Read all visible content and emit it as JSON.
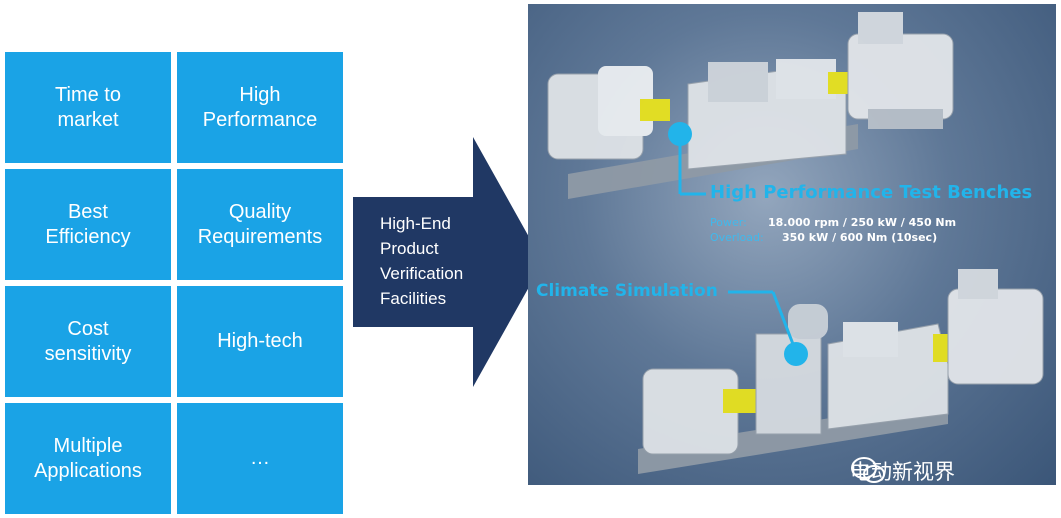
{
  "tiles": [
    "Time to\nmarket",
    "High\nPerformance",
    "Best\nEfficiency",
    "Quality\nRequirements",
    "Cost\nsensitivity",
    "High-tech",
    "Multiple\nApplications",
    "…"
  ],
  "arrow_label": "High-End\nProduct\nVerification\nFacilities",
  "photo": {
    "hp_title": "High Performance Test Benches",
    "specs": [
      {
        "key": "Power:",
        "value": "18.000 rpm / 250 kW / 450 Nm"
      },
      {
        "key": "Overload:",
        "value": "350 kW / 600 Nm (10sec)"
      }
    ],
    "climate_title": "Climate Simulation",
    "watermark": "电动新视界"
  },
  "colors": {
    "tile": "#1aa3e6",
    "arrow": "#203864",
    "accent_cyan": "#22b4ea",
    "machine_yellow": "#e8e21e"
  }
}
